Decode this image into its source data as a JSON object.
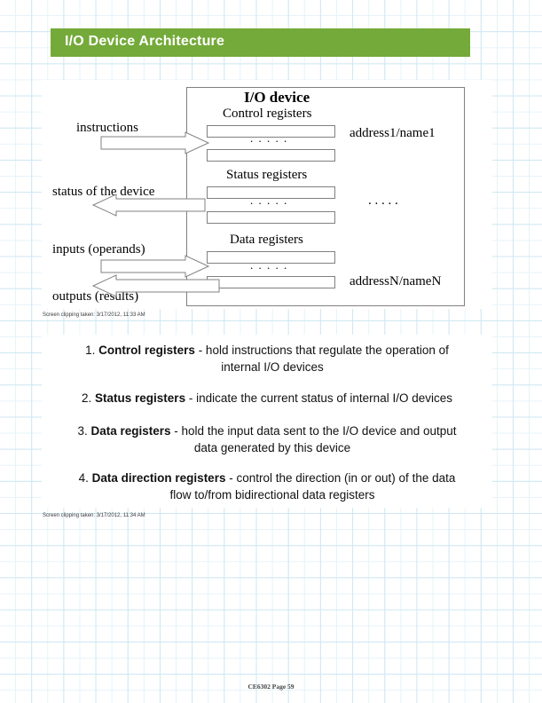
{
  "banner": {
    "title": "I/O Device Architecture",
    "color": "#74aa39"
  },
  "diagram": {
    "device_title": "I/O device",
    "side_labels": {
      "instructions": "instructions",
      "status": "status of the device",
      "inputs": "inputs (operands)",
      "outputs": "outputs (results)"
    },
    "groups": [
      {
        "label": "Control registers",
        "dots": ". . . . .",
        "address": "address1/name1"
      },
      {
        "label": "Status registers",
        "dots": ". . . . .",
        "address": ". . . . ."
      },
      {
        "label": "Data registers",
        "dots": ". . . . .",
        "address": "addressN/nameN"
      }
    ],
    "arrows": [
      {
        "name": "instructions-arrow",
        "direction": "right"
      },
      {
        "name": "status-arrow",
        "direction": "left"
      },
      {
        "name": "inputs-arrow",
        "direction": "right"
      },
      {
        "name": "outputs-arrow",
        "direction": "left"
      }
    ]
  },
  "clip_captions": {
    "first": "Screen clipping taken: 3/17/2012, 11:33 AM",
    "second": "Screen clipping taken: 3/17/2012, 11:34 AM"
  },
  "list": [
    {
      "number": "1.",
      "term": "Control registers",
      "line1": " - hold instructions that regulate the operation of",
      "line2": "internal I/O devices"
    },
    {
      "number": "2.",
      "term": "Status registers",
      "line1": " - indicate the current status of internal I/O devices",
      "line2": ""
    },
    {
      "number": "3.",
      "term": "Data registers",
      "line1": " - hold the input data sent to the I/O device and output",
      "line2": "data generated by this device"
    },
    {
      "number": "4.",
      "term": "Data direction registers",
      "line1": " - control the direction (in or out) of the data",
      "line2": "flow to/from bidirectional data registers"
    }
  ],
  "footer": {
    "text": "CE6302 Page 59"
  }
}
